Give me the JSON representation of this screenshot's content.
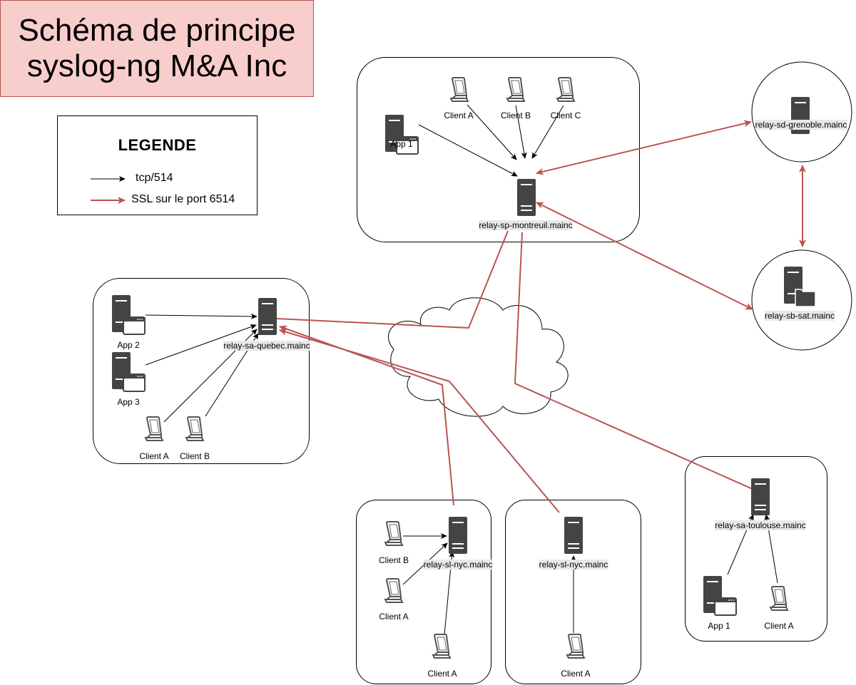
{
  "title": {
    "line1": "Schéma de principe",
    "line2": "syslog-ng M&A Inc"
  },
  "legend": {
    "title": "LEGENDE",
    "items": [
      {
        "label": "tcp/514",
        "color": "#000000"
      },
      {
        "label": "SSL sur le port 6514",
        "color": "#b85450"
      }
    ]
  },
  "colors": {
    "ssl": "#b85450",
    "tcp": "#000000",
    "icon": "#444444",
    "title_fill": "#f8cecc"
  },
  "sites": {
    "montreuil": {
      "relay": "relay-sp-montreuil.mainc",
      "app": "App 1",
      "clients": [
        "Client A",
        "Client B",
        "Client C"
      ]
    },
    "grenoble": {
      "relay": "relay-sd-grenoble.mainc"
    },
    "sat": {
      "relay": "relay-sb-sat.mainc"
    },
    "quebec": {
      "relay": "relay-sa-quebec.mainc",
      "apps": [
        "App 2",
        "App 3"
      ],
      "clients": [
        "Client A",
        "Client B"
      ]
    },
    "nyc1": {
      "relay": "relay-sl-nyc.mainc",
      "clients": [
        "Client B",
        "Client A",
        "Client A"
      ]
    },
    "nyc2": {
      "relay": "relay-sl-nyc.mainc",
      "clients": [
        "Client A"
      ]
    },
    "toulouse": {
      "relay": "relay-sa-toulouse.mainc",
      "app": "App 1",
      "clients": [
        "Client A"
      ]
    }
  }
}
